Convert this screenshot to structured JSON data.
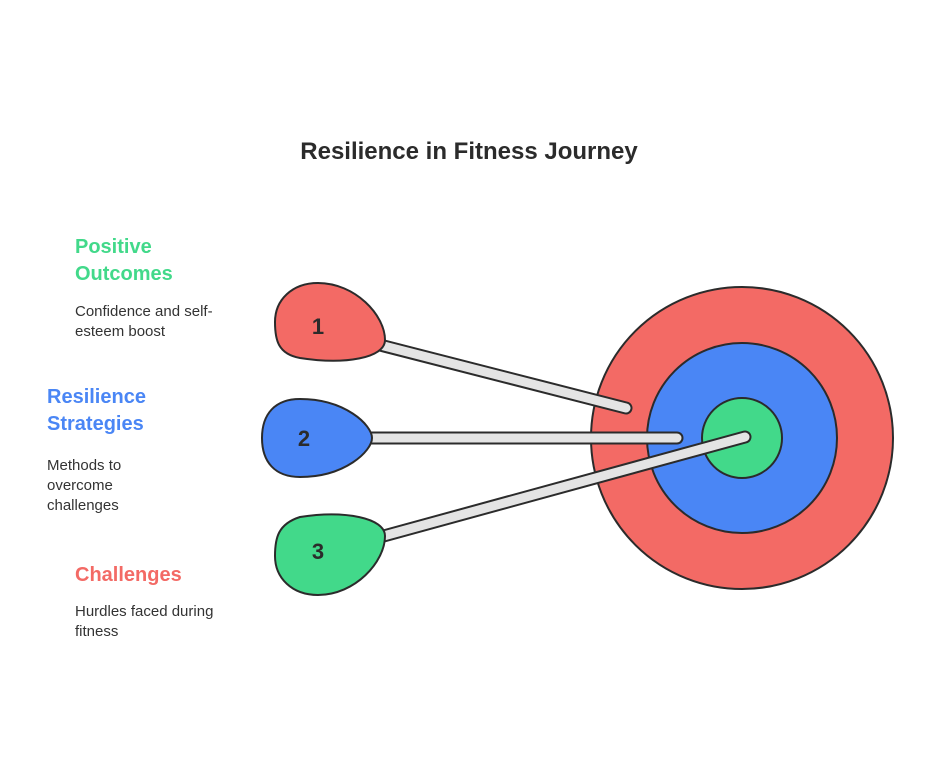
{
  "title": "Resilience in Fitness Journey",
  "items": [
    {
      "number": "1",
      "heading_line1": "Positive",
      "heading_line2": "Outcomes",
      "desc_line1": "Confidence and self-",
      "desc_line2": "esteem boost",
      "color": "#42d98a",
      "pin_color": "#f36a65"
    },
    {
      "number": "2",
      "heading_line1": "Resilience",
      "heading_line2": "Strategies",
      "desc_line1": "Methods to",
      "desc_line2": "overcome",
      "desc_line3": "challenges",
      "color": "#4a86f5",
      "pin_color": "#4a86f5"
    },
    {
      "number": "3",
      "heading": "Challenges",
      "desc_line1": "Hurdles faced during",
      "desc_line2": "fitness",
      "color": "#f36a65",
      "pin_color": "#42d98a"
    }
  ],
  "target": {
    "outer_color": "#f36a65",
    "middle_color": "#4a86f5",
    "inner_color": "#42d98a"
  }
}
